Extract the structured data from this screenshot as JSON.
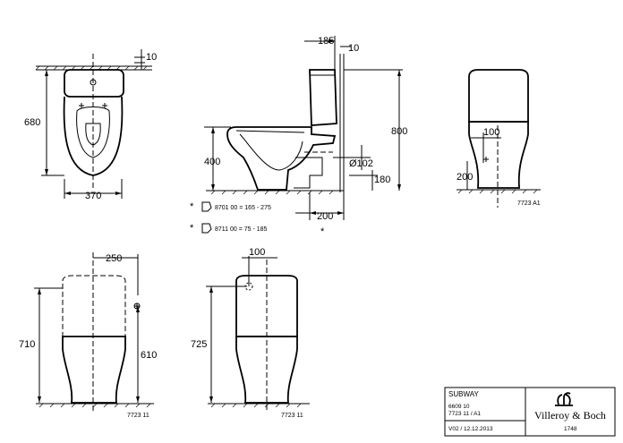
{
  "dimensions": {
    "top_width": "10",
    "top_height": "680",
    "top_length": "370",
    "side_top_185": "185",
    "side_top_10": "10",
    "side_height_800": "800",
    "side_seat_400": "400",
    "side_pipe": "Ø102",
    "side_180": "180",
    "side_200": "200",
    "rear_100": "100",
    "rear_200": "200",
    "front_250": "250",
    "front_710": "710",
    "front_610": "610",
    "back_100": "100",
    "back_725": "725"
  },
  "accessories": [
    {
      "marker": "*",
      "text": "8701 00 = 165 - 275"
    },
    {
      "marker": "*",
      "text": "8711 00 = 75 - 185"
    }
  ],
  "star_marker": "*",
  "codes": {
    "rear_view": "7723 A1",
    "front_view": "7723 11",
    "back_view": "7723 11"
  },
  "title_block": {
    "product": "SUBWAY",
    "code1": "6609 10",
    "code2": "7723 11 / A1",
    "version": "V02 / 12.12.2013",
    "brand": "Villeroy & Boch",
    "year": "1748"
  }
}
